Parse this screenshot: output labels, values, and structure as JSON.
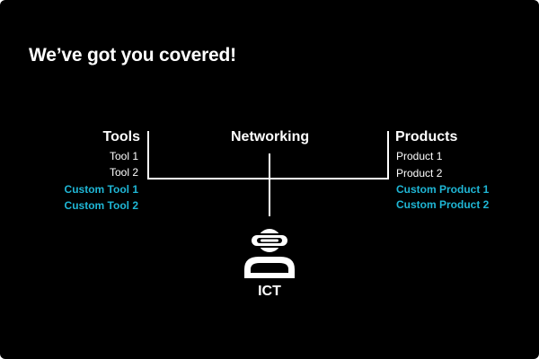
{
  "title": "We’ve got you covered!",
  "tools": {
    "heading": "Tools",
    "items": [
      "Tool 1",
      "Tool 2"
    ],
    "custom_items": [
      "Custom Tool 1",
      "Custom Tool 2"
    ]
  },
  "networking": {
    "heading": "Networking"
  },
  "products": {
    "heading": "Products",
    "items": [
      "Product 1",
      "Product 2"
    ],
    "custom_items": [
      "Custom Product 1",
      "Custom Product 2"
    ]
  },
  "center": {
    "label": "ICT",
    "icon": "vr-headset-person-icon"
  },
  "colors": {
    "background": "#000000",
    "text": "#ffffff",
    "accent": "#1fb6d5"
  }
}
